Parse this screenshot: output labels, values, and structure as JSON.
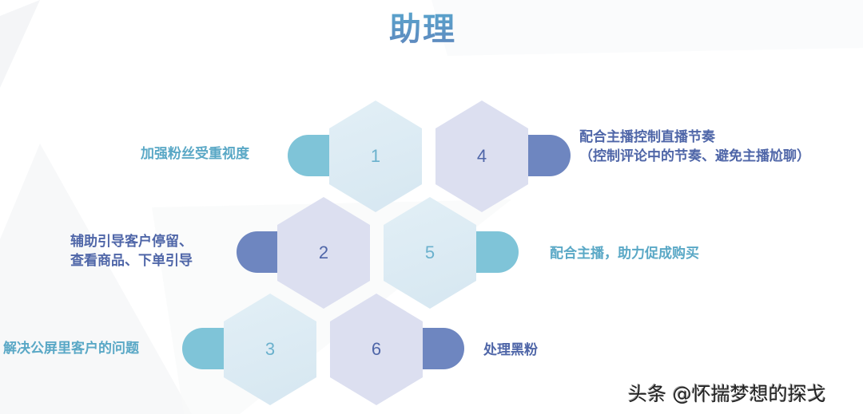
{
  "title": "助理",
  "colors": {
    "teal": "#7fc4d8",
    "blue": "#6e86c0",
    "teal_text": "#5aa8c6",
    "blue_text": "#4f66a8",
    "hex_teal_fill": "#dcebf3",
    "hex_blue_fill": "#dcdff0"
  },
  "items": [
    {
      "number": "1",
      "text_lines": [
        "加强粉丝受重视度"
      ],
      "color": "teal"
    },
    {
      "number": "2",
      "text_lines": [
        "辅助引导客户停留、",
        "查看商品、下单引导"
      ],
      "color": "blue"
    },
    {
      "number": "3",
      "text_lines": [
        "解决公屏里客户的问题"
      ],
      "color": "teal"
    },
    {
      "number": "4",
      "text_lines": [
        "配合主播控制直播节奏",
        "（控制评论中的节奏、避免主播尬聊）"
      ],
      "color": "blue"
    },
    {
      "number": "5",
      "text_lines": [
        "配合主播，助力促成购买"
      ],
      "color": "teal"
    },
    {
      "number": "6",
      "text_lines": [
        "处理黑粉"
      ],
      "color": "blue"
    }
  ],
  "watermark": "头条 @怀揣梦想的探戈"
}
